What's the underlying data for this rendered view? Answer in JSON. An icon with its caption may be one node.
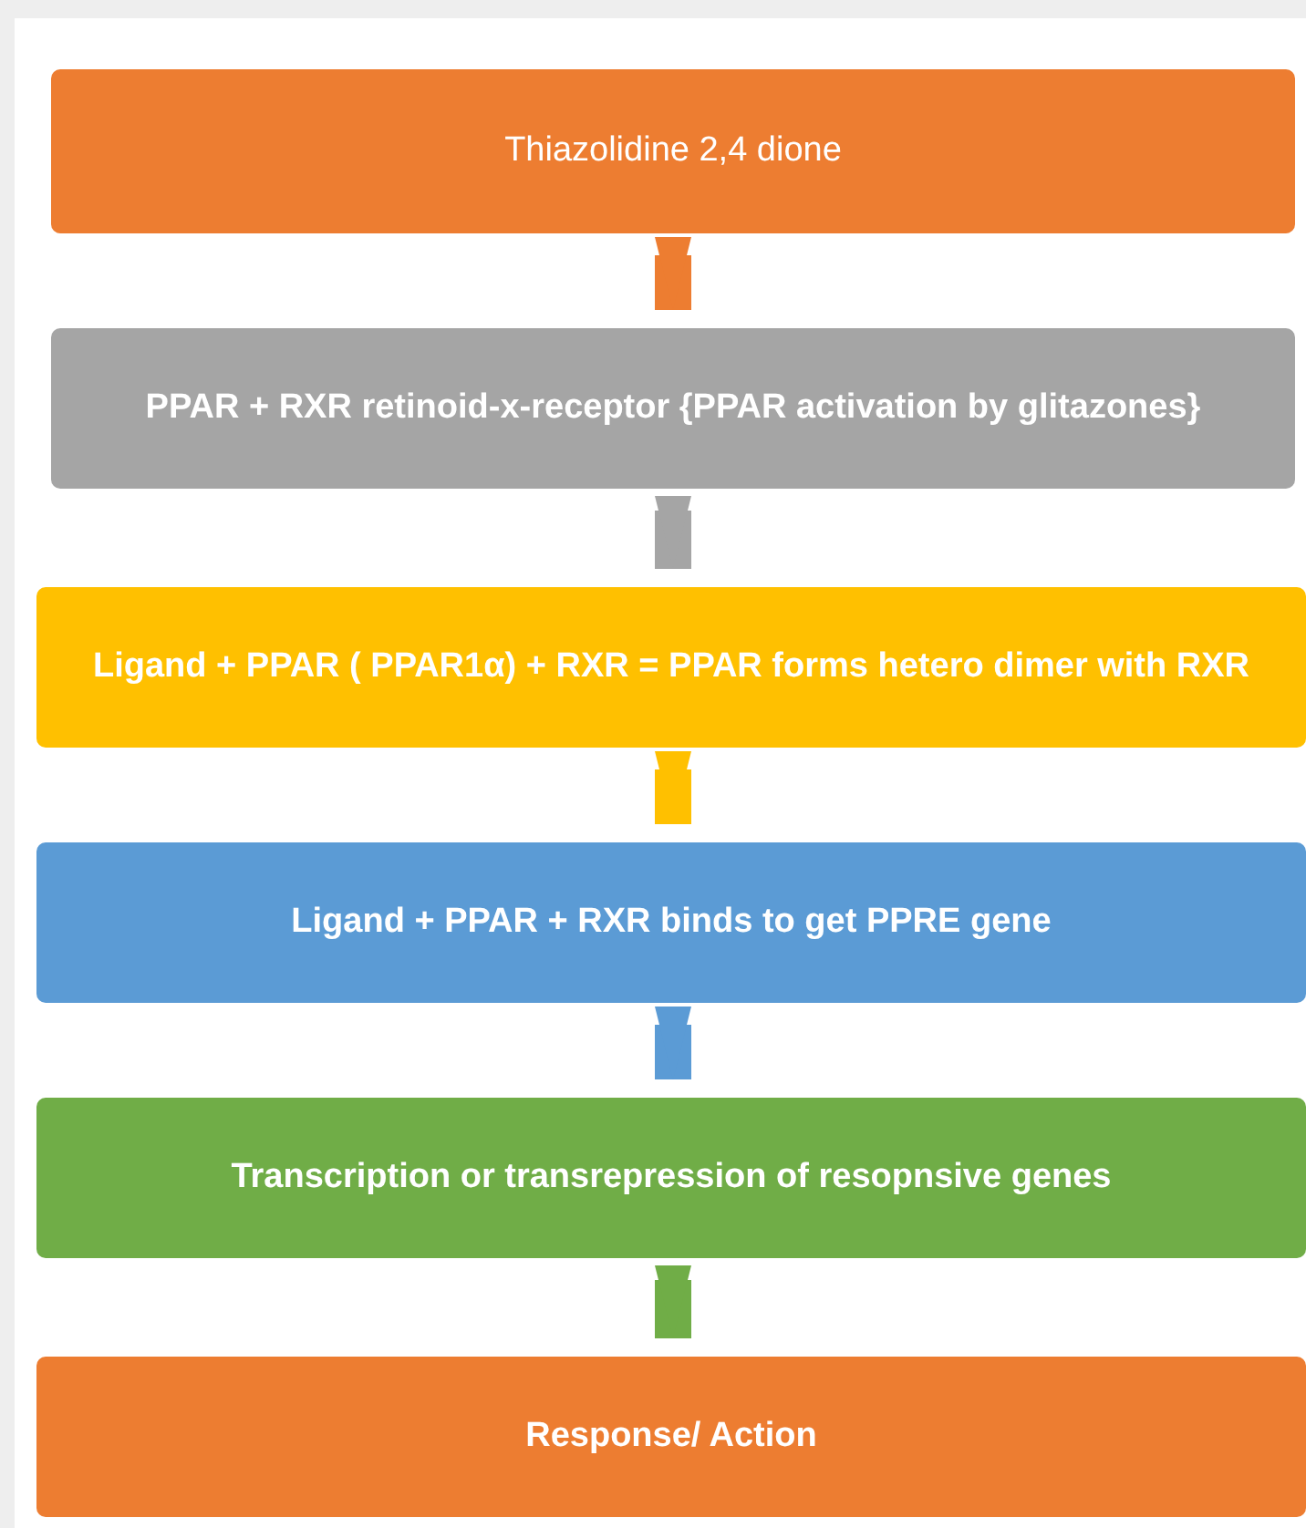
{
  "diagram": {
    "nodes": [
      {
        "text": [
          "Thiazolidine 2,4 dione"
        ]
      },
      {
        "text": [
          "PPAR + RXR retinoid-x-receptor {PPAR activation by glitazones}"
        ]
      },
      {
        "text": [
          "Ligand + PPAR ( PPAR1α) + RXR = PPAR forms hetero dimer with RXR"
        ]
      },
      {
        "text": [
          "Ligand + PPAR + RXR binds to get PPRE gene"
        ]
      },
      {
        "text": [
          "Transcription or transrepression of resopnsive genes"
        ]
      },
      {
        "text": [
          "Response/ Action"
        ]
      }
    ],
    "edges": [
      {
        "from": 0,
        "to": 1,
        "arrow": "to",
        "color": "#ed7d31"
      },
      {
        "from": 1,
        "to": 2,
        "arrow": "to",
        "color": "#a5a5a5"
      },
      {
        "from": 2,
        "to": 3,
        "arrow": "to",
        "color": "#ffc000"
      },
      {
        "from": 3,
        "to": 4,
        "arrow": "to",
        "color": "#5b9bd5"
      },
      {
        "from": 4,
        "to": 5,
        "arrow": "to",
        "color": "#70ad47"
      }
    ]
  }
}
